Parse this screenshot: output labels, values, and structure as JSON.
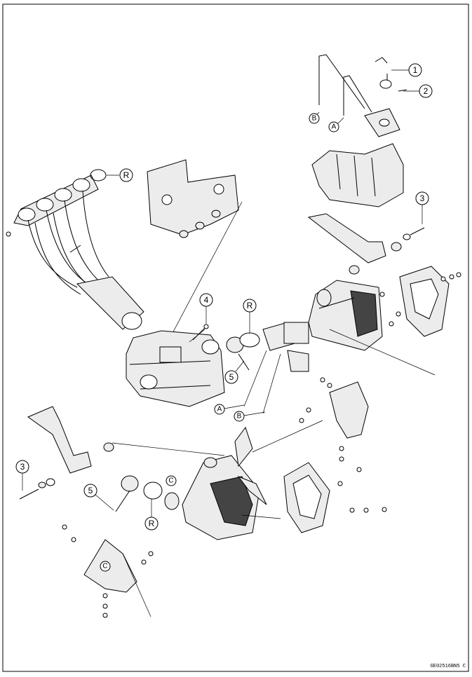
{
  "callouts": {
    "c1": "1",
    "c2": "2",
    "c3a": "3",
    "c3b": "3",
    "c4": "4",
    "c5a": "5",
    "c5b": "5",
    "rA": "R",
    "rB": "R",
    "rC": "R",
    "refA1": "A",
    "refB1": "B",
    "refA2": "A",
    "refB2": "B",
    "refC1": "C",
    "refC2": "C"
  },
  "figure_code": "GE02516BN5 C"
}
